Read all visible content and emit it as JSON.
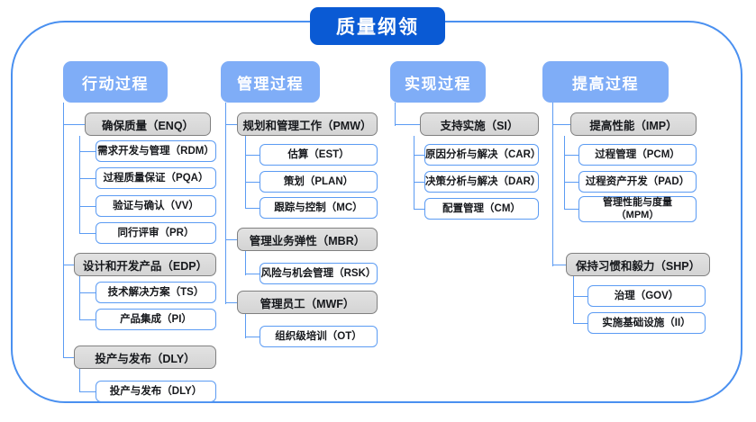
{
  "title": "质量纲领",
  "colors": {
    "root": "#0a5ad4",
    "column_head": "#7fadf7",
    "group_box": "#dcdcdc",
    "group_border": "#808080",
    "leaf_border": "#5b9bf3",
    "frame": "#4a90f0"
  },
  "columns": [
    {
      "id": "action",
      "label": "行动过程",
      "groups": [
        {
          "label": "确保质量（ENQ）",
          "items": [
            "需求开发与管理（RDM）",
            "过程质量保证（PQA）",
            "验证与确认（VV）",
            "同行评审（PR）"
          ]
        },
        {
          "label": "设计和开发产品（EDP）",
          "items": [
            "技术解决方案（TS）",
            "产品集成（PI）"
          ]
        },
        {
          "label": "投产与发布（DLY）",
          "items": [
            "投产与发布（DLY）"
          ]
        }
      ]
    },
    {
      "id": "manage",
      "label": "管理过程",
      "groups": [
        {
          "label": "规划和管理工作（PMW）",
          "items": [
            "估算（EST）",
            "策划（PLAN）",
            "跟踪与控制（MC）"
          ]
        },
        {
          "label": "管理业务弹性（MBR）",
          "items": [
            "风险与机会管理（RSK）"
          ]
        },
        {
          "label": "管理员工（MWF）",
          "items": [
            "组织级培训（OT）"
          ]
        }
      ]
    },
    {
      "id": "realize",
      "label": "实现过程",
      "groups": [
        {
          "label": "支持实施（SI）",
          "items": [
            "原因分析与解决（CAR）",
            "决策分析与解决（DAR）",
            "配置管理（CM）"
          ]
        }
      ]
    },
    {
      "id": "improve",
      "label": "提高过程",
      "groups": [
        {
          "label": "提高性能（IMP）",
          "items": [
            "过程管理（PCM）",
            "过程资产开发（PAD）",
            "管理性能与度量\n（MPM）"
          ]
        },
        {
          "label": "保持习惯和毅力（SHP）",
          "items": [
            "治理（GOV）",
            "实施基础设施（II）"
          ]
        }
      ]
    }
  ]
}
